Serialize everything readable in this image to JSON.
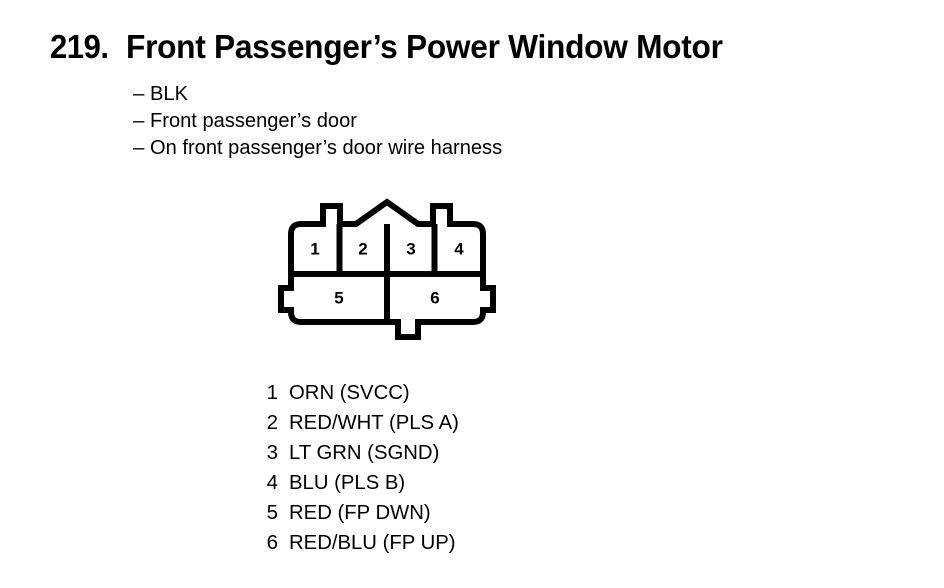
{
  "page": {
    "background_color": "#ffffff",
    "ink_color": "#000000"
  },
  "header": {
    "item_number": "219.",
    "title": "Front Passenger’s Power Window Motor"
  },
  "specs": {
    "dash": "–",
    "items": [
      {
        "label": "BLK"
      },
      {
        "label": "Front passenger’s door"
      },
      {
        "label": "On front passenger’s door wire harness"
      }
    ]
  },
  "connector": {
    "name": "6-pin connector face view",
    "top_row_pins": [
      "1",
      "2",
      "3",
      "4"
    ],
    "bottom_row_pins": [
      "5",
      "6"
    ],
    "features": [
      "left-latch-notch",
      "right-latch-notch",
      "top-left-tab",
      "top-right-tab",
      "top-center-peak",
      "bottom-center-tab"
    ]
  },
  "pin_legend": {
    "rows": [
      {
        "num": "1",
        "text": "ORN (SVCC)"
      },
      {
        "num": "2",
        "text": "RED/WHT (PLS A)"
      },
      {
        "num": "3",
        "text": "LT GRN (SGND)"
      },
      {
        "num": "4",
        "text": "BLU (PLS B)"
      },
      {
        "num": "5",
        "text": "RED (FP DWN)"
      },
      {
        "num": "6",
        "text": "RED/BLU (FP UP)"
      }
    ]
  }
}
